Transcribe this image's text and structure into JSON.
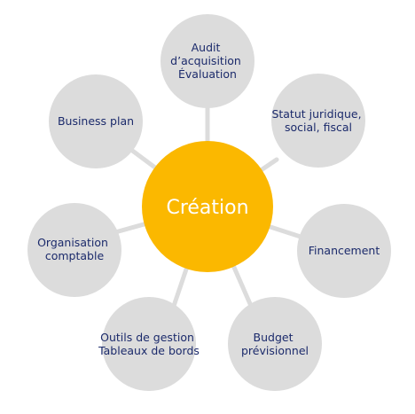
{
  "center": {
    "label": "Création"
  },
  "nodes": [
    {
      "id": "audit",
      "lines": [
        "Audit",
        "d’acquisition",
        "Évaluation"
      ]
    },
    {
      "id": "statut",
      "lines": [
        "Statut juridique,",
        "social, fiscal"
      ]
    },
    {
      "id": "financement",
      "lines": [
        "Financement"
      ]
    },
    {
      "id": "budget",
      "lines": [
        "Budget",
        "prévisionnel"
      ]
    },
    {
      "id": "outils",
      "lines": [
        "Outils de gestion",
        "Tableaux de bords"
      ]
    },
    {
      "id": "organisation",
      "lines": [
        "Organisation",
        "comptable"
      ]
    },
    {
      "id": "business-plan",
      "lines": [
        "Business plan"
      ]
    }
  ],
  "colors": {
    "center_fill": "#fbb800",
    "node_fill": "#dcdcdc",
    "node_text": "#1b2a6b",
    "center_text": "#ffffff"
  }
}
